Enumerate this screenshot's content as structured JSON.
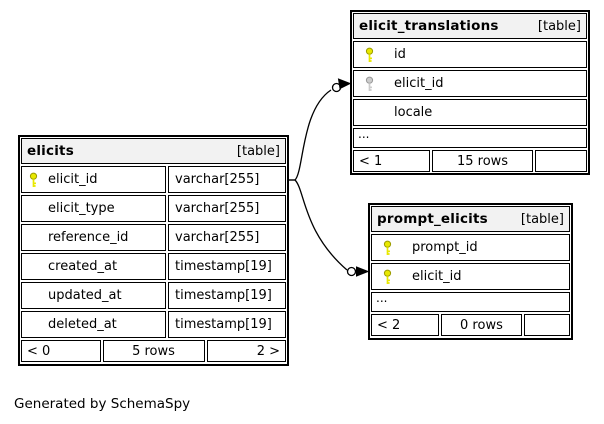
{
  "diagram": {
    "generator_note": "Generated by SchemaSpy",
    "colors": {
      "background": "#ffffff",
      "border": "#000000",
      "table_header_bg": "#f2f2f2",
      "primary_key": "#e8e800",
      "foreign_key": "#cccccc"
    }
  },
  "tables": {
    "elicits": {
      "name": "elicits",
      "type_label": "[table]",
      "columns": [
        {
          "name": "elicit_id",
          "type": "varchar[255]",
          "key": "primary"
        },
        {
          "name": "elicit_type",
          "type": "varchar[255]",
          "key": "none"
        },
        {
          "name": "reference_id",
          "type": "varchar[255]",
          "key": "none"
        },
        {
          "name": "created_at",
          "type": "timestamp[19]",
          "key": "none"
        },
        {
          "name": "updated_at",
          "type": "timestamp[19]",
          "key": "none"
        },
        {
          "name": "deleted_at",
          "type": "timestamp[19]",
          "key": "none"
        }
      ],
      "footer": {
        "left": "< 0",
        "center": "5 rows",
        "right": "2 >"
      }
    },
    "elicit_translations": {
      "name": "elicit_translations",
      "type_label": "[table]",
      "columns": [
        {
          "name": "id",
          "key": "primary"
        },
        {
          "name": "elicit_id",
          "key": "foreign"
        },
        {
          "name": "locale",
          "key": "none"
        }
      ],
      "ellipsis": "...",
      "footer": {
        "left": "< 1",
        "center": "15 rows",
        "right": ""
      }
    },
    "prompt_elicits": {
      "name": "prompt_elicits",
      "type_label": "[table]",
      "columns": [
        {
          "name": "prompt_id",
          "key": "primary"
        },
        {
          "name": "elicit_id",
          "key": "primary"
        }
      ],
      "ellipsis": "...",
      "footer": {
        "left": "< 2",
        "center": "0 rows",
        "right": ""
      }
    }
  },
  "relationships": [
    {
      "from": "elicits.elicit_id",
      "to": "elicit_translations.elicit_id"
    },
    {
      "from": "elicits.elicit_id",
      "to": "prompt_elicits.elicit_id"
    }
  ]
}
